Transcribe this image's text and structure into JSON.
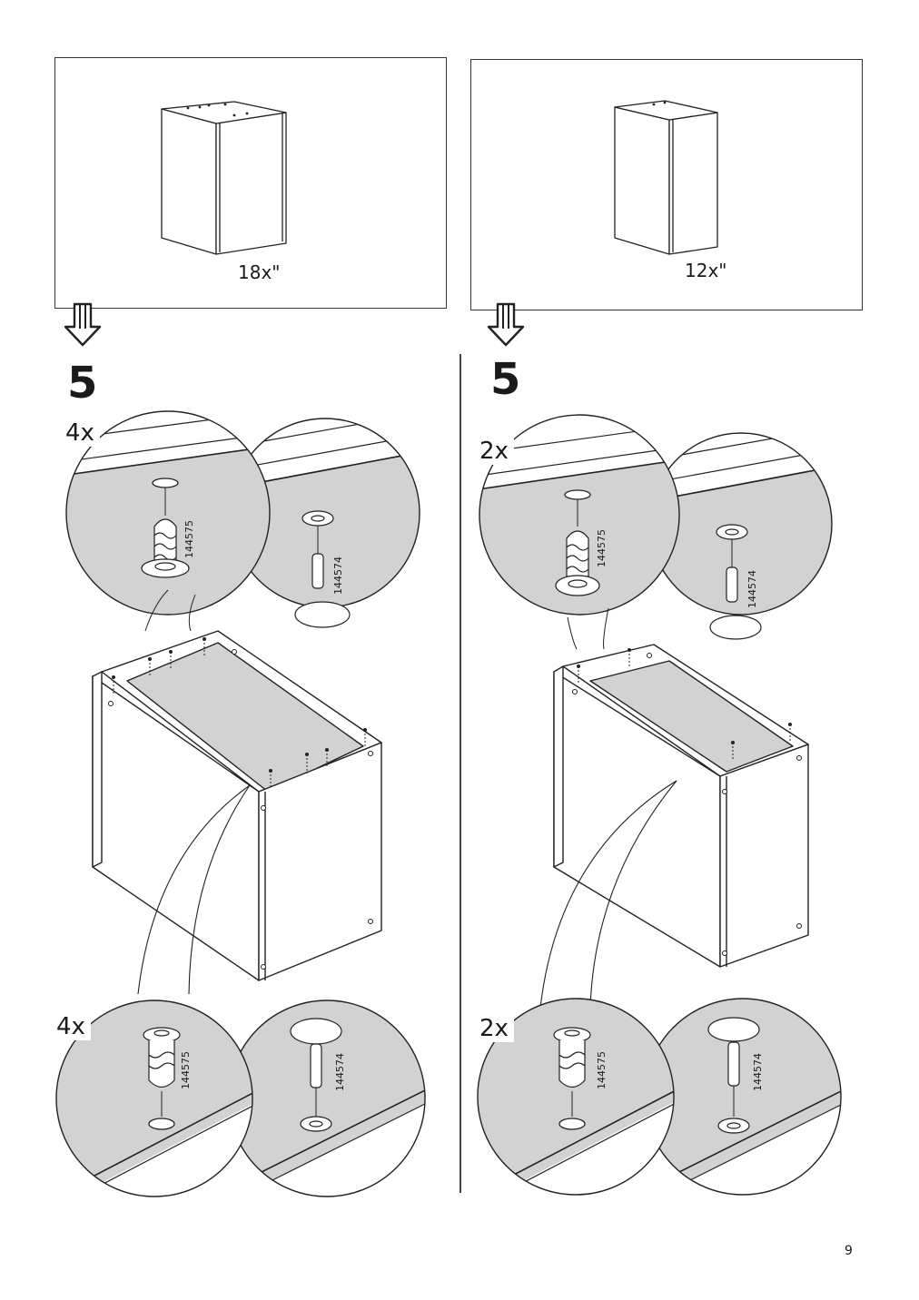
{
  "left": {
    "size_label": "18x\"",
    "step": "5",
    "qty_top": "4x",
    "qty_bottom": "4x",
    "part_dowel": "144575",
    "part_cam": "144574"
  },
  "right": {
    "size_label": "12x\"",
    "step": "5",
    "qty_top": "2x",
    "qty_bottom": "2x",
    "part_dowel": "144575",
    "part_cam": "144574"
  },
  "page_number": "9"
}
